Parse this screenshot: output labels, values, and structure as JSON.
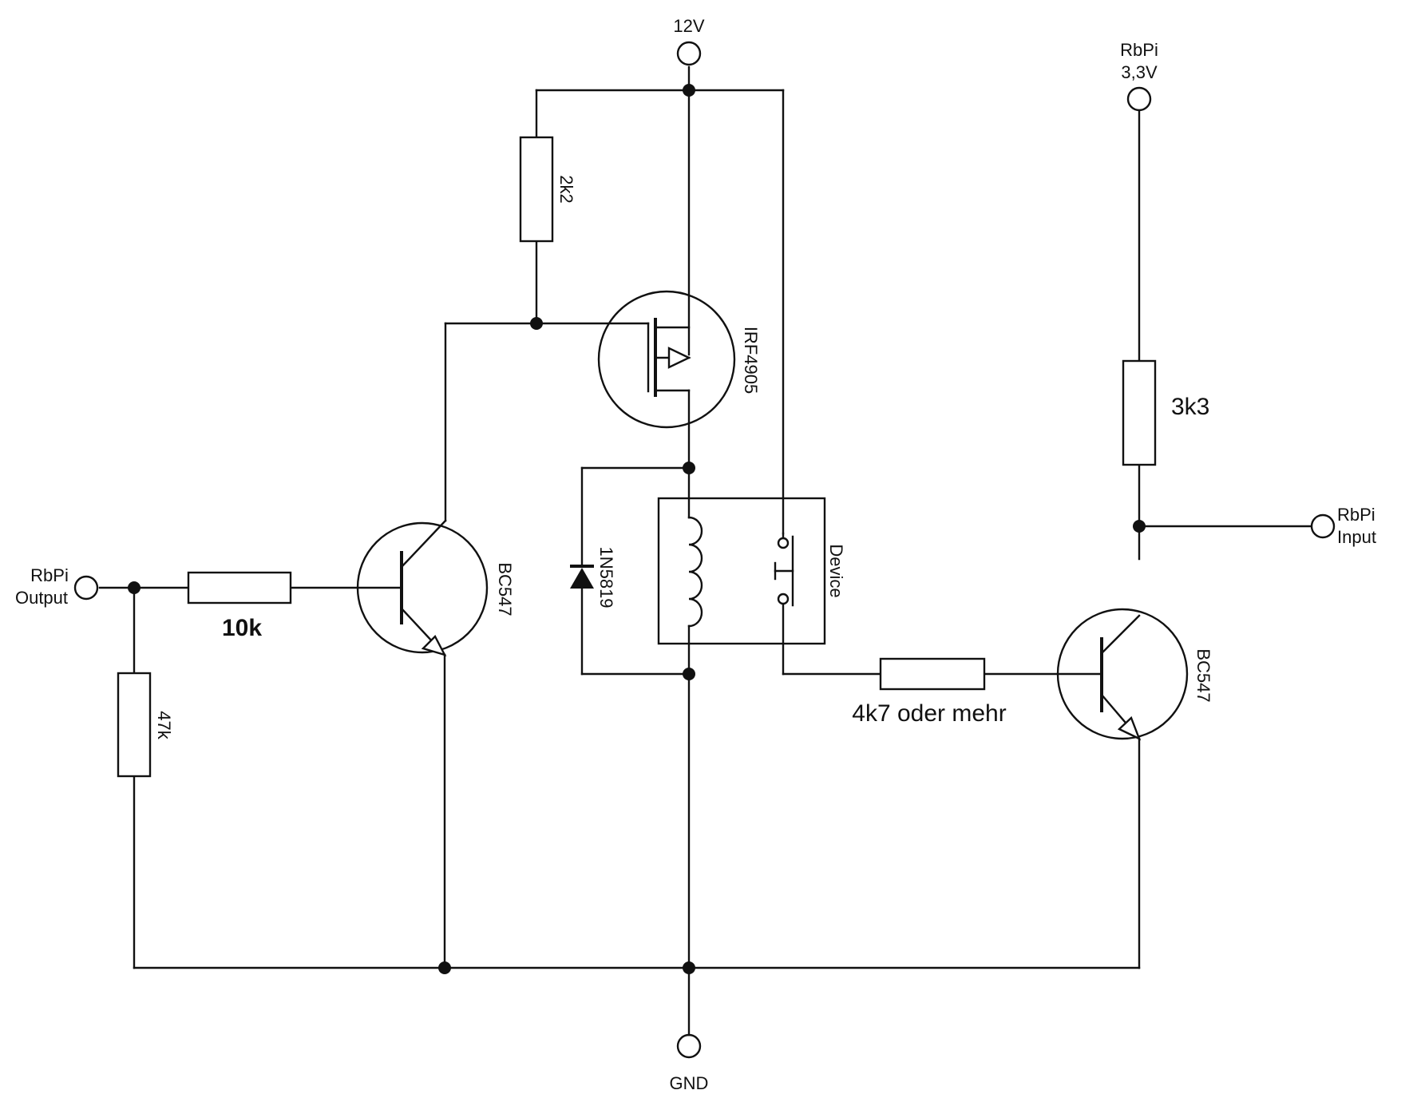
{
  "terminals": {
    "v12": "12V",
    "rbpi_33v_line1": "RbPi",
    "rbpi_33v_line2": "3,3V",
    "rbpi_output_line1": "RbPi",
    "rbpi_output_line2": "Output",
    "rbpi_input_line1": "RbPi",
    "rbpi_input_line2": "Input",
    "gnd": "GND"
  },
  "components": {
    "r_2k2": "2k2",
    "mosfet": "IRF4905",
    "r_10k": "10k",
    "r_47k": "47k",
    "q1": "BC547",
    "diode": "1N5819",
    "relay": "Device",
    "r_4k7": "4k7 oder mehr",
    "r_3k3": "3k3",
    "q2": "BC547"
  }
}
